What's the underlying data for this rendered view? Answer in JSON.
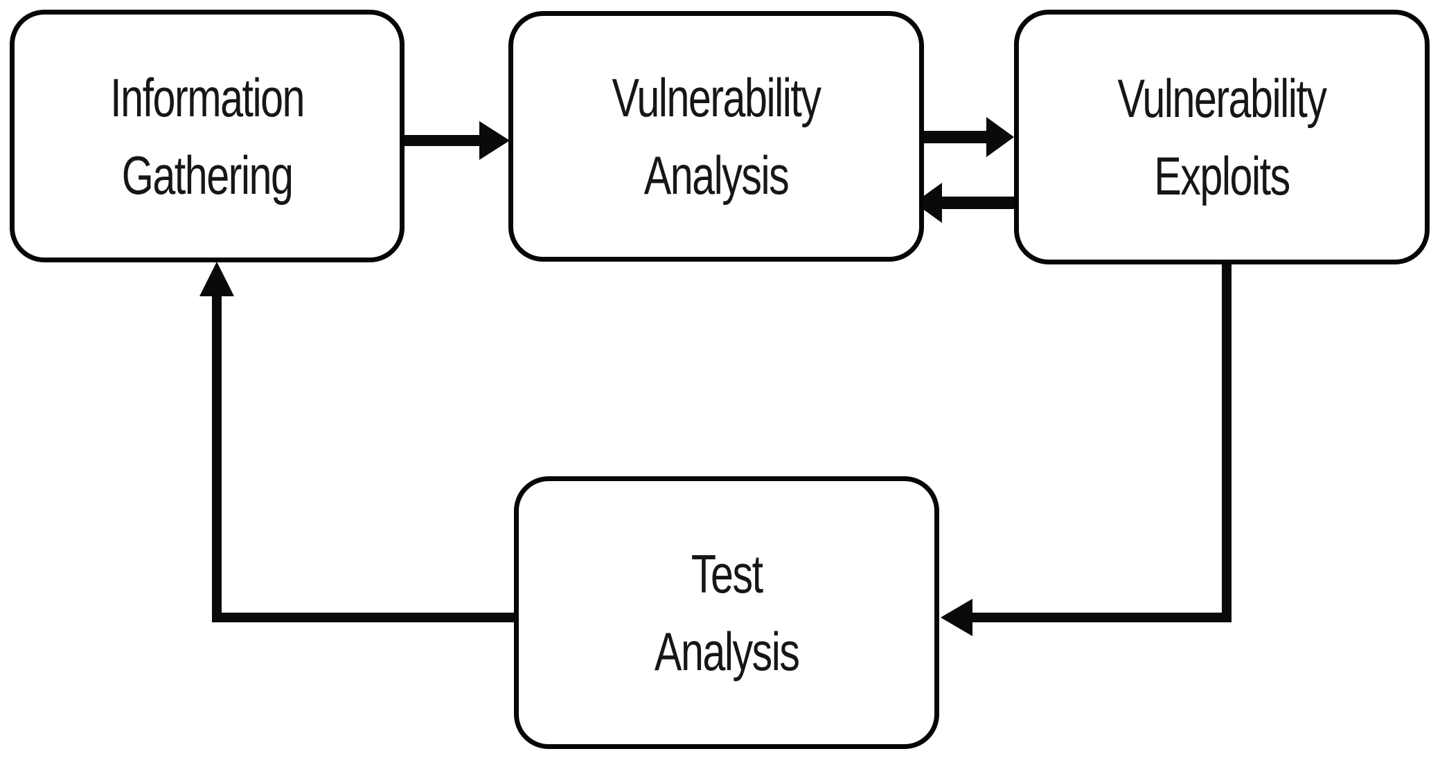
{
  "diagram": {
    "title": "Penetration testing process flowchart",
    "background_color": "#ffffff",
    "stroke_color": "#0a0a0a",
    "nodes": [
      {
        "id": "information-gathering",
        "lines": [
          "Information",
          "Gathering"
        ]
      },
      {
        "id": "vulnerability-analysis",
        "lines": [
          "Vulnerability",
          "Analysis"
        ]
      },
      {
        "id": "vulnerability-exploits",
        "lines": [
          "Vulnerability",
          "Exploits"
        ]
      },
      {
        "id": "test-analysis",
        "lines": [
          "Test",
          "Analysis"
        ]
      }
    ],
    "edges": [
      {
        "name": "arrow-information-gathering-to-vulnerability-analysis",
        "from": "information-gathering",
        "to": "vulnerability-analysis",
        "direction": "right"
      },
      {
        "name": "arrow-vulnerability-analysis-to-vulnerability-exploits",
        "from": "vulnerability-analysis",
        "to": "vulnerability-exploits",
        "direction": "right"
      },
      {
        "name": "arrow-vulnerability-exploits-to-vulnerability-analysis",
        "from": "vulnerability-exploits",
        "to": "vulnerability-analysis",
        "direction": "left"
      },
      {
        "name": "arrow-vulnerability-exploits-to-test-analysis",
        "from": "vulnerability-exploits",
        "to": "test-analysis",
        "direction": "down-left"
      },
      {
        "name": "arrow-test-analysis-to-information-gathering",
        "from": "test-analysis",
        "to": "information-gathering",
        "direction": "left-up"
      }
    ]
  }
}
